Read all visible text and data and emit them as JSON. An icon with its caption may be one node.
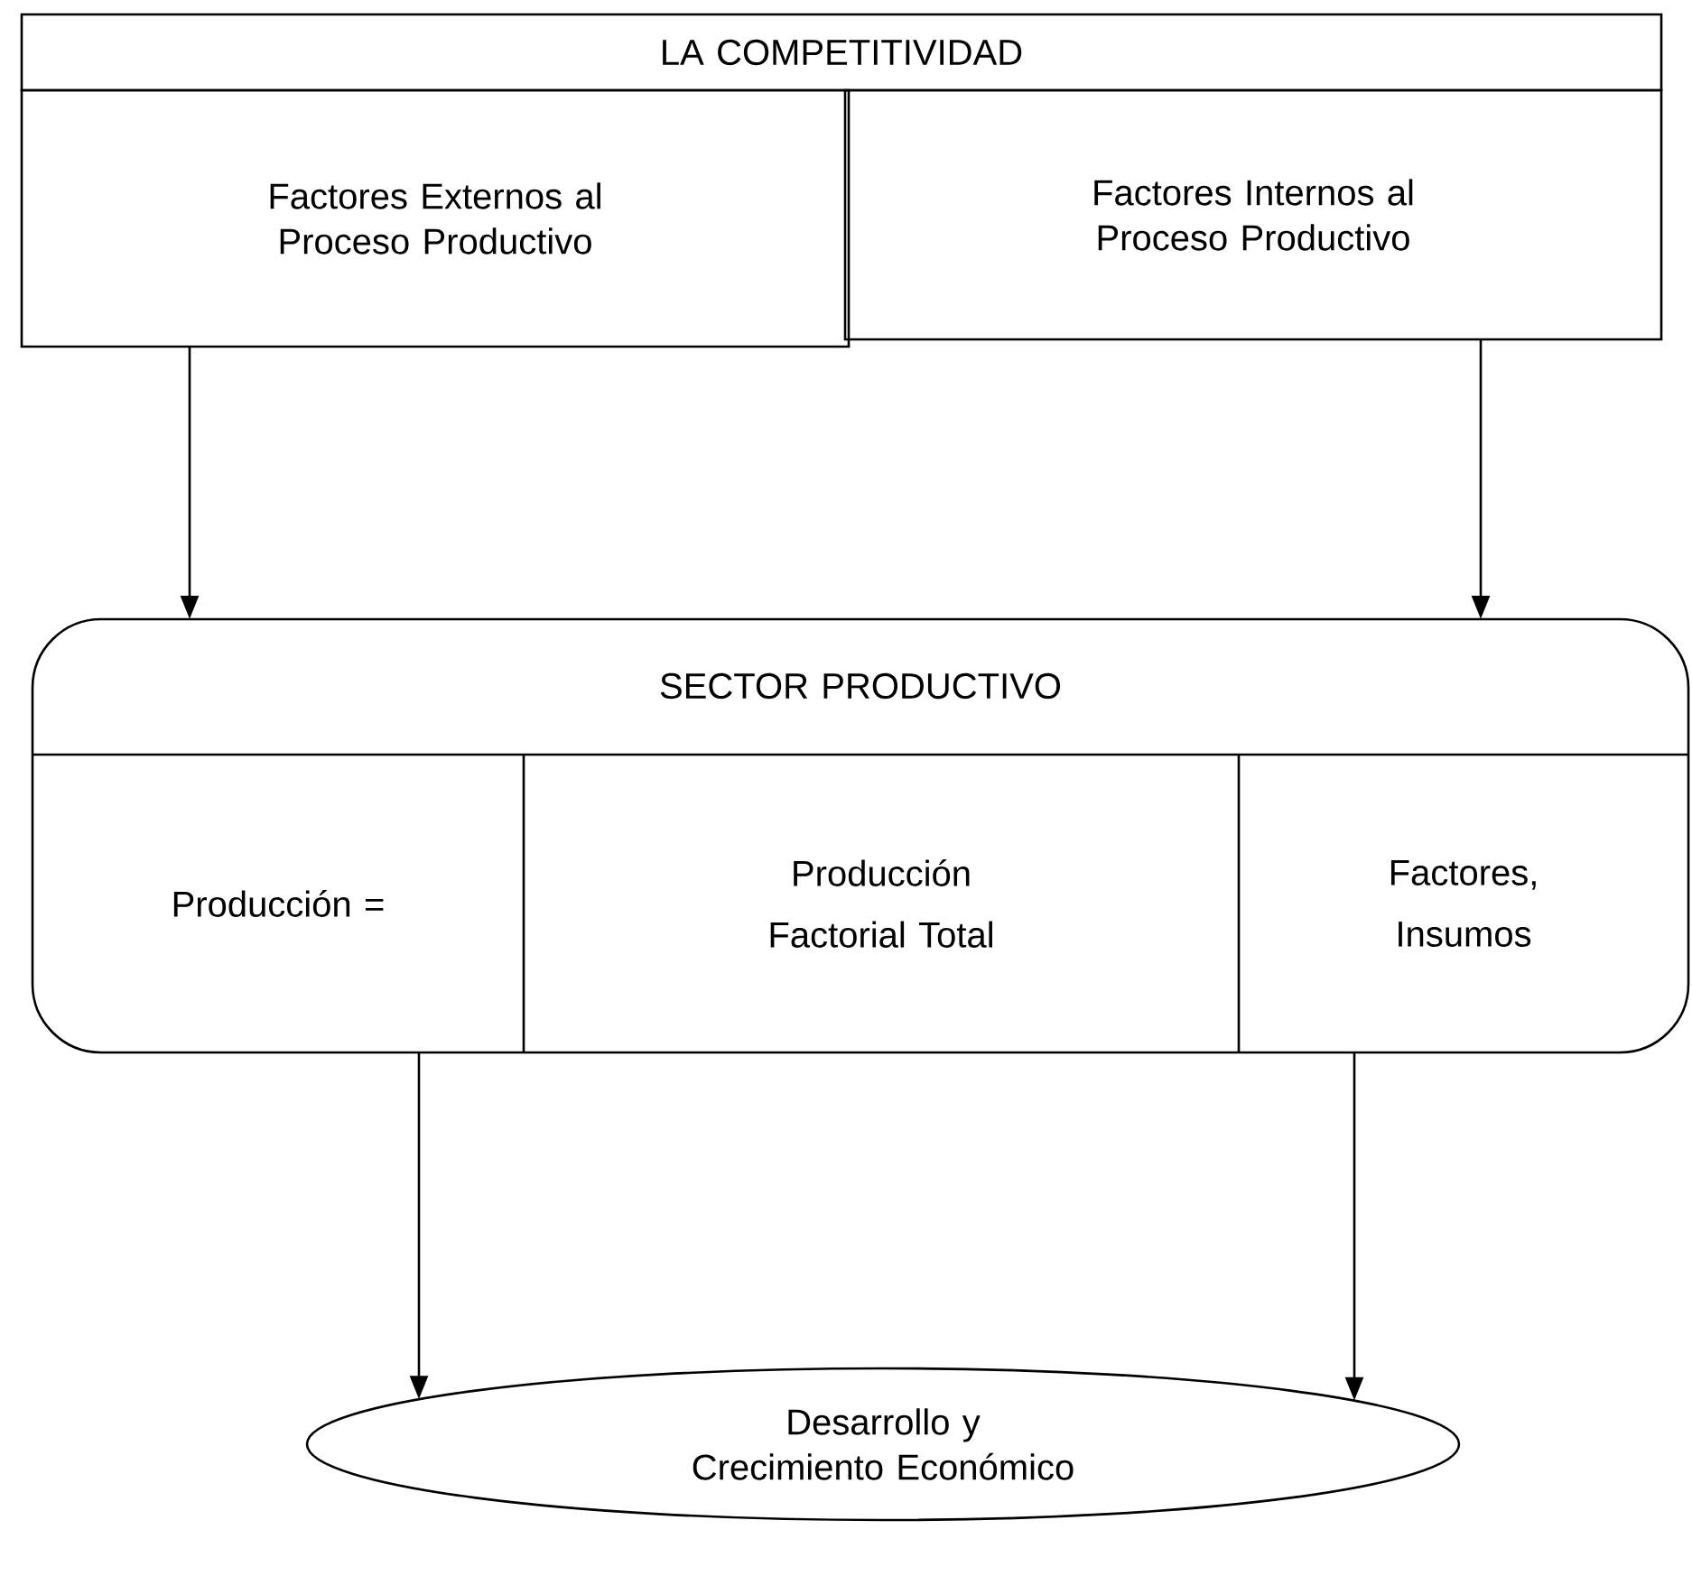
{
  "diagram": {
    "nodes": [
      {
        "text": [
          "LA COMPETITIVIDAD"
        ]
      },
      {
        "text": [
          "Factores Externos al Proceso Productivo"
        ]
      },
      {
        "text": [
          "Factores Internos al Proceso Productivo"
        ]
      },
      {
        "text": [
          "SECTOR PRODUCTIVO"
        ]
      },
      {
        "text": [
          "Producción ="
        ],
        "in": 3
      },
      {
        "text": [
          "Producción Factorial Total"
        ],
        "in": 3
      },
      {
        "text": [
          "Factores, Insumos"
        ],
        "in": 3
      },
      {
        "text": [
          "Desarrollo y Crecimiento Económico"
        ]
      }
    ],
    "edges": [
      {
        "from": 1,
        "to": 3,
        "arrow": "to"
      },
      {
        "from": 2,
        "to": 3,
        "arrow": "to"
      },
      {
        "from": 3,
        "to": 7,
        "arrow": "to"
      },
      {
        "from": 3,
        "to": 7,
        "arrow": "to"
      }
    ]
  }
}
